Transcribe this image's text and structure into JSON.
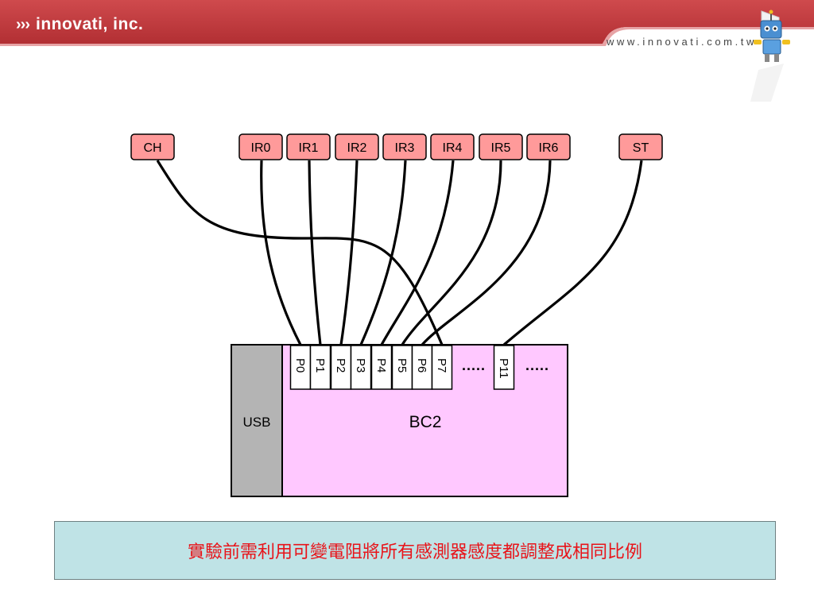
{
  "header": {
    "brand": "innovati, inc.",
    "url": "www.innovati.com.tw"
  },
  "diagram": {
    "sensors": [
      "CH",
      "IR0",
      "IR1",
      "IR2",
      "IR3",
      "IR4",
      "IR5",
      "IR6",
      "ST"
    ],
    "controller_label": "BC2",
    "usb_label": "USB",
    "pins": [
      "P0",
      "P1",
      "P2",
      "P3",
      "P4",
      "P5",
      "P6",
      "P7",
      "P11"
    ],
    "ellipsis": ".....",
    "connections": [
      {
        "from": "CH",
        "to": "P7"
      },
      {
        "from": "IR0",
        "to": "P0"
      },
      {
        "from": "IR1",
        "to": "P1"
      },
      {
        "from": "IR2",
        "to": "P2"
      },
      {
        "from": "IR3",
        "to": "P3"
      },
      {
        "from": "IR4",
        "to": "P4"
      },
      {
        "from": "IR5",
        "to": "P5"
      },
      {
        "from": "IR6",
        "to": "P6"
      },
      {
        "from": "ST",
        "to": "P11"
      }
    ],
    "colors": {
      "sensor_fill": "#ff9a9a",
      "board_fill": "#ffc8ff",
      "usb_fill": "#b4b4b4",
      "header_red": "#c1373b"
    }
  },
  "note": {
    "text": "實驗前需利用可變電阻將所有感測器感度都調整成相同比例"
  }
}
